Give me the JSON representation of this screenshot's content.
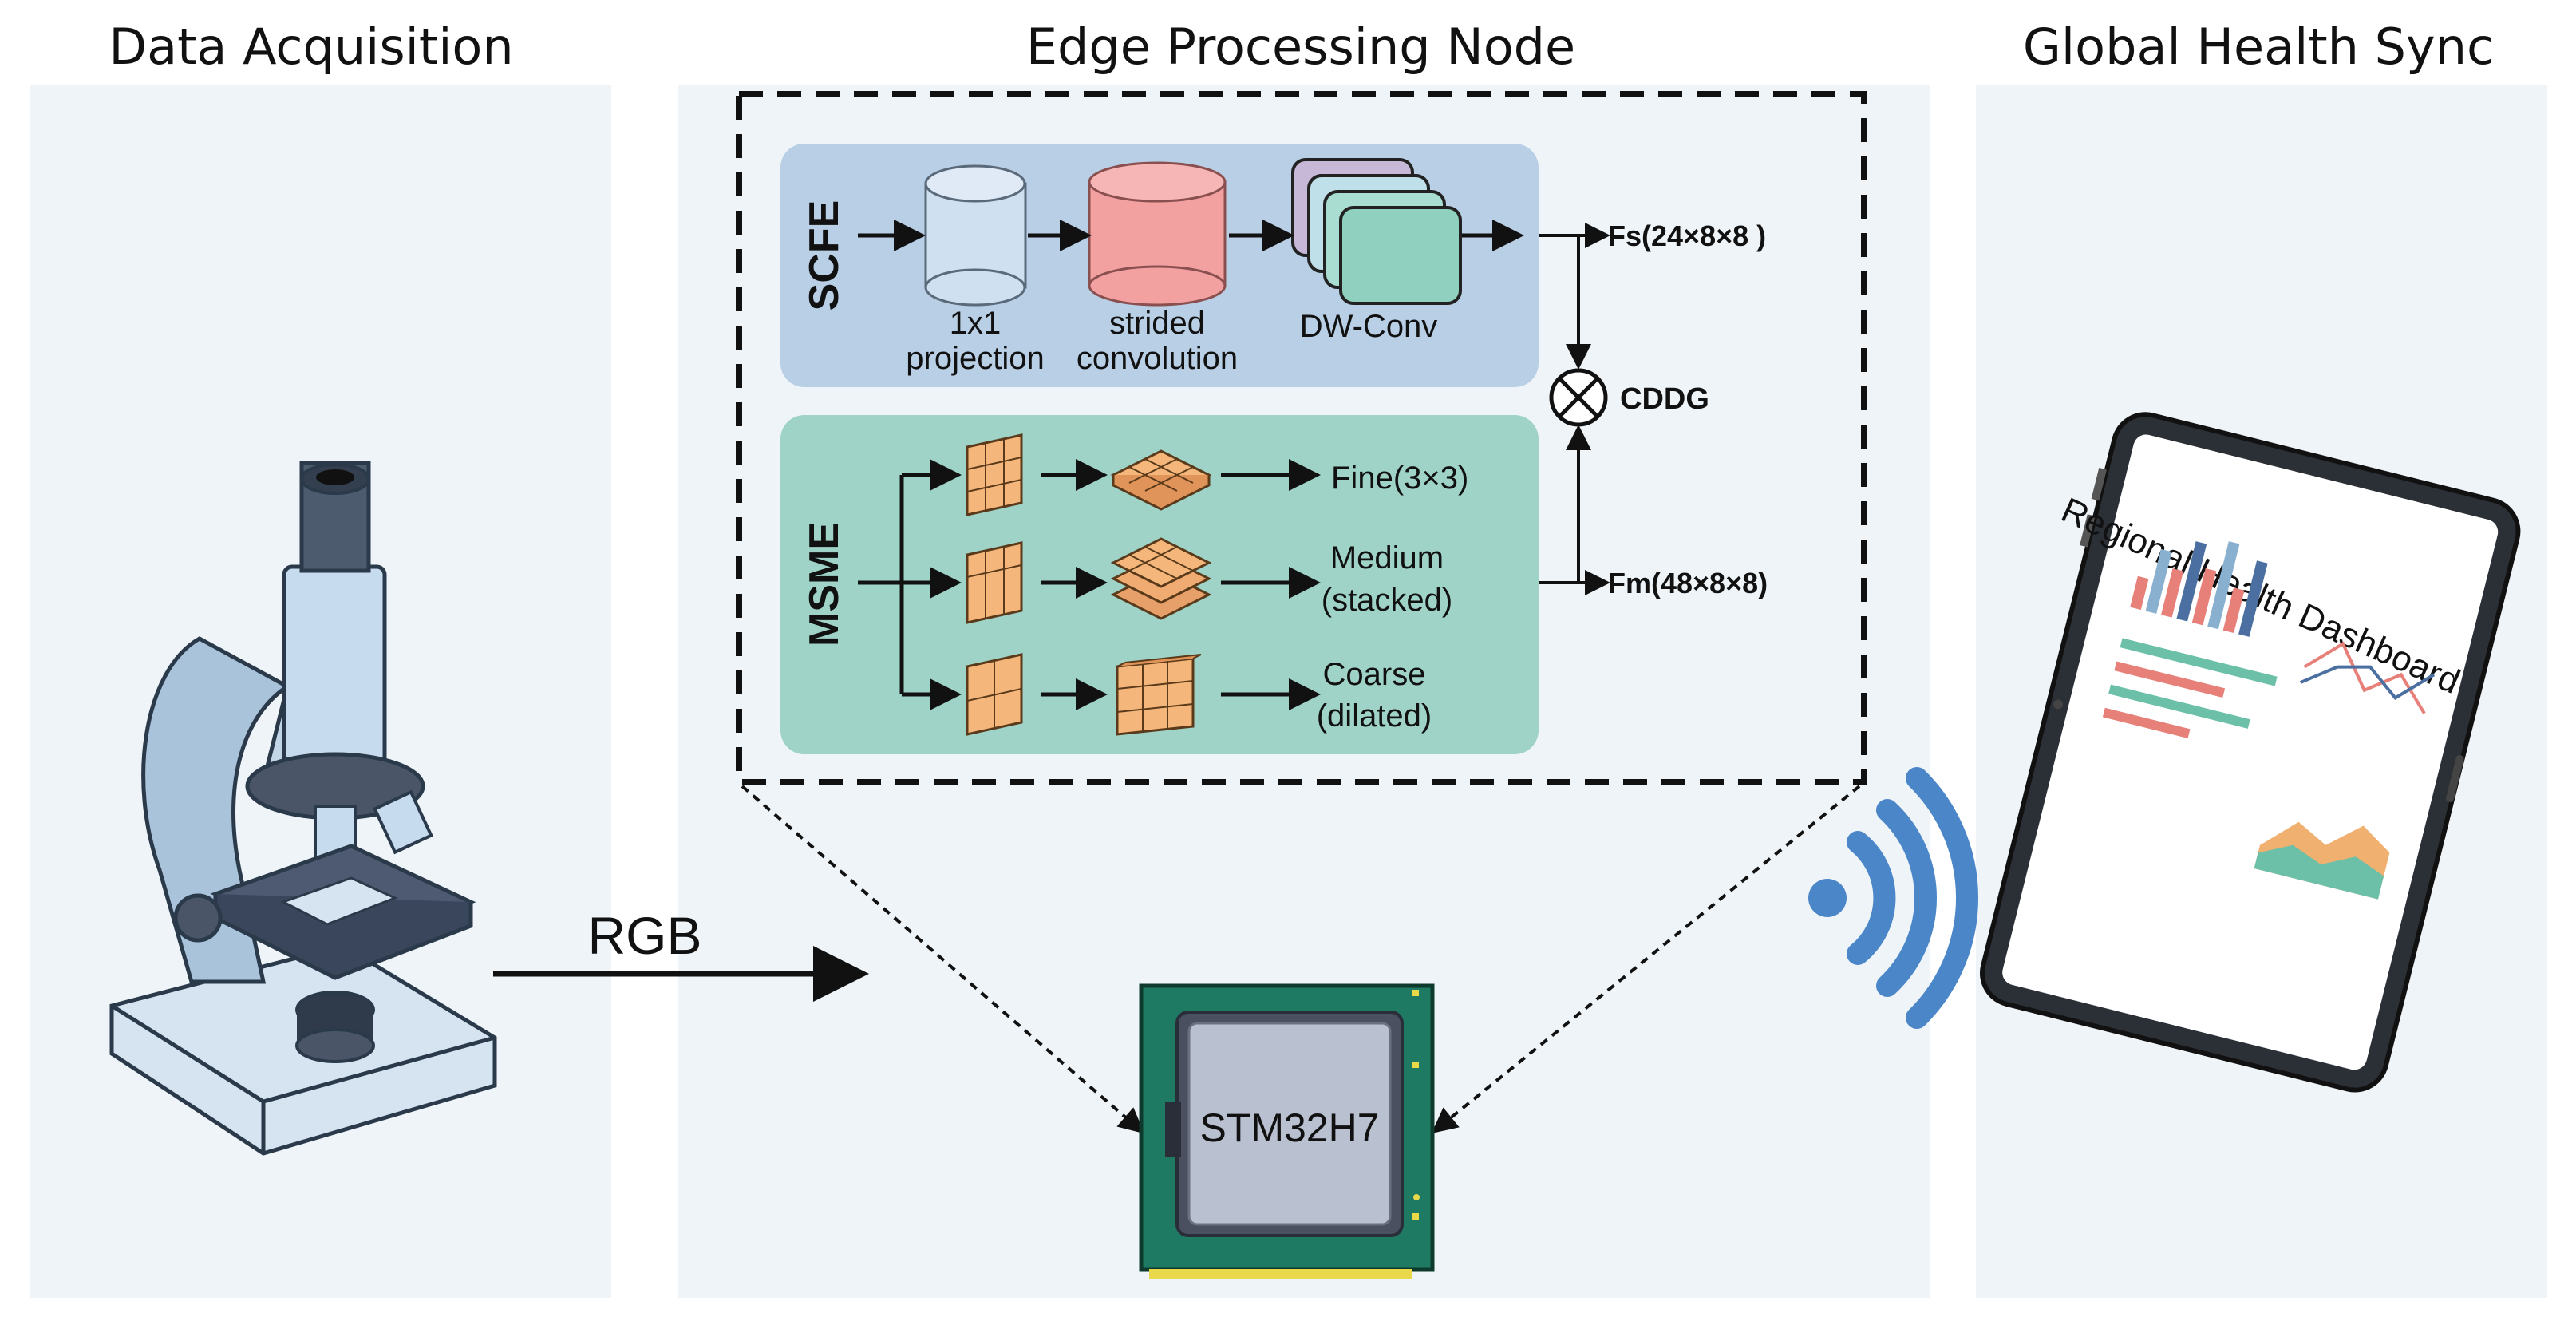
{
  "panels": {
    "left": {
      "title": "Data Acquisition"
    },
    "middle": {
      "title": "Edge Processing Node"
    },
    "right": {
      "title": "Global Health Sync"
    }
  },
  "arrow_label": "RGB",
  "scfe": {
    "name": "SCFE",
    "steps": [
      {
        "line1": "1x1",
        "line2": "projection"
      },
      {
        "line1": "strided",
        "line2": "convolution"
      },
      {
        "line1": "DW-Conv",
        "line2": ""
      }
    ],
    "output": "Fs(24×8×8 )"
  },
  "fusion": {
    "label": "CDDG"
  },
  "msme": {
    "name": "MSME",
    "branches": [
      {
        "line1": "Fine(3×3)",
        "line2": ""
      },
      {
        "line1": "Medium",
        "line2": "(stacked)"
      },
      {
        "line1": "Coarse",
        "line2": "(dilated)"
      }
    ],
    "output": "Fm(48×8×8)"
  },
  "chip": {
    "label": "STM32H7"
  },
  "tablet": {
    "dashboard_title": "Regional Health Dashboard"
  },
  "colors": {
    "panel_bg": "#eef4f8",
    "scfe_bg": "#b9cfe6",
    "msme_bg": "#9fd3c7",
    "wifi": "#4a86c8",
    "chip_green": "#1f7a63"
  }
}
